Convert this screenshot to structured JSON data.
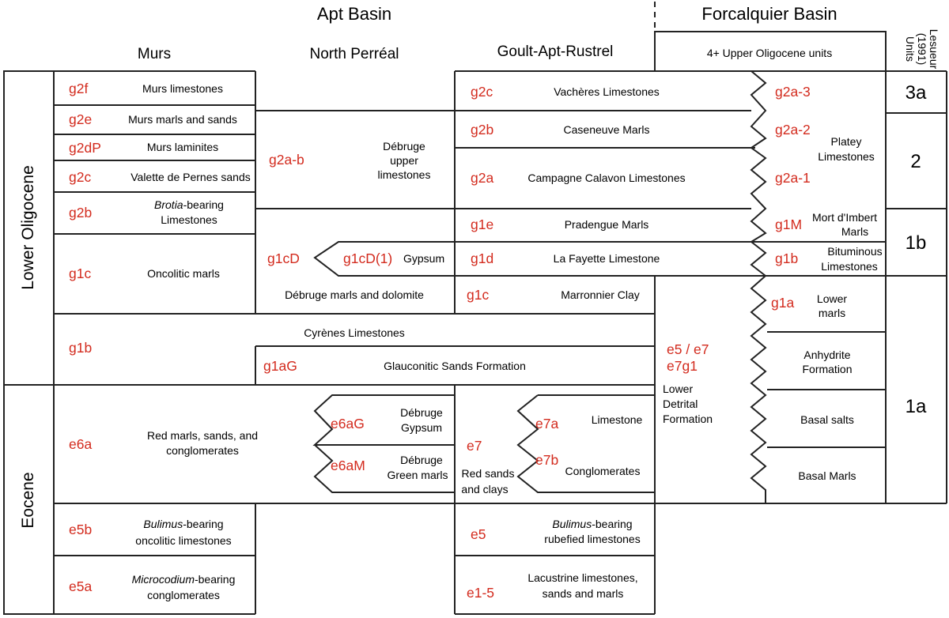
{
  "colors": {
    "code": "#d32b1e",
    "line": "#222222",
    "text": "#000000"
  },
  "headers": {
    "apt_basin": "Apt Basin",
    "forcalquier_basin": "Forcalquier Basin",
    "murs": "Murs",
    "north_perreal": "North Perréal",
    "goult": "Goult-Apt-Rustrel",
    "lesueur_line1": "Lesueur",
    "lesueur_line2": "(1991)",
    "lesueur_line3": "Units",
    "upper_oligocene": "4+ Upper Oligocene units"
  },
  "eras": {
    "lower_oligocene": "Lower Oligocene",
    "eocene": "Eocene"
  },
  "units": {
    "u3a": "3a",
    "u2": "2",
    "u1b": "1b",
    "u1a": "1a"
  },
  "murs": {
    "g2f": {
      "code": "g2f",
      "name": "Murs limestones"
    },
    "g2e": {
      "code": "g2e",
      "name": "Murs marls and sands"
    },
    "g2dP": {
      "code": "g2dP",
      "name": "Murs laminites"
    },
    "g2c": {
      "code": "g2c",
      "name": "Valette de Pernes sands"
    },
    "g2b": {
      "code": "g2b",
      "name_italic": "Brotia",
      "name_rest": "-bearing",
      "name_line2": "Limestones"
    },
    "g1c": {
      "code": "g1c",
      "name": "Oncolitic marls"
    },
    "g1b": {
      "code": "g1b"
    },
    "e6a": {
      "code": "e6a",
      "name_line1": "Red marls, sands, and",
      "name_line2": "conglomerates"
    },
    "e5b": {
      "code": "e5b",
      "name_italic": "Bulimus",
      "name_rest": "-bearing",
      "name_line2": "oncolitic limestones"
    },
    "e5a": {
      "code": "e5a",
      "name_italic": "Microcodium",
      "name_rest": "-bearing",
      "name_line2": "conglomerates"
    }
  },
  "north_perreal": {
    "g2ab": {
      "code": "g2a-b",
      "name_line1": "Débruge",
      "name_line2": "upper",
      "name_line3": "limestones"
    },
    "g1cD": {
      "code": "g1cD"
    },
    "g1cD1": {
      "code": "g1cD(1)",
      "name": "Gypsum"
    },
    "marls_dolomite": "Débruge marls and dolomite",
    "e6aG": {
      "code": "e6aG",
      "name_line1": "Débruge",
      "name_line2": "Gypsum"
    },
    "e6aM": {
      "code": "e6aM",
      "name_line1": "Débruge",
      "name_line2": "Green marls"
    }
  },
  "shared": {
    "cyrenes": "Cyrènes Limestones",
    "g1aG": {
      "code": "g1aG",
      "name": "Glauconitic Sands Formation"
    }
  },
  "goult": {
    "g2c": {
      "code": "g2c",
      "name": "Vachères Limestones"
    },
    "g2b": {
      "code": "g2b",
      "name": "Caseneuve Marls"
    },
    "g2a": {
      "code": "g2a",
      "name": "Campagne Calavon Limestones"
    },
    "g1e": {
      "code": "g1e",
      "name": "Pradengue Marls"
    },
    "g1d": {
      "code": "g1d",
      "name": "La Fayette Limestone"
    },
    "g1c": {
      "code": "g1c",
      "name": "Marronnier Clay"
    },
    "e7": {
      "code": "e7",
      "name_line1": "Red sands",
      "name_line2": "and clays"
    },
    "e7a": {
      "code": "e7a",
      "name": "Limestone"
    },
    "e7b": {
      "code": "e7b",
      "name": "Conglomerates"
    },
    "e5": {
      "code": "e5",
      "name_italic": "Bulimus",
      "name_rest": "-bearing",
      "name_line2": "rubefied limestones"
    },
    "e15": {
      "code": "e1-5",
      "name_line1": "Lacustrine limestones,",
      "name_line2": "sands and marls"
    }
  },
  "forcalquier": {
    "g2a3": {
      "code": "g2a-3"
    },
    "g2a2": {
      "code": "g2a-2"
    },
    "g2a1": {
      "code": "g2a-1"
    },
    "platey": {
      "line1": "Platey",
      "line2": "Limestones"
    },
    "g1M": {
      "code": "g1M",
      "name_line1": "Mort d'Imbert",
      "name_line2": "Marls"
    },
    "g1b": {
      "code": "g1b",
      "name_line1": "Bituminous",
      "name_line2": "Limestones"
    },
    "g1a": {
      "code": "g1a",
      "name_line1": "Lower",
      "name_line2": "marls"
    },
    "anhydrite": {
      "line1": "Anhydrite",
      "line2": "Formation"
    },
    "basal_salts": "Basal salts",
    "basal_marls": "Basal Marls",
    "lower_detrital": {
      "code1": "e5 / e7",
      "code2": "e7g1",
      "line1": "Lower",
      "line2": "Detrital",
      "line3": "Formation"
    }
  }
}
